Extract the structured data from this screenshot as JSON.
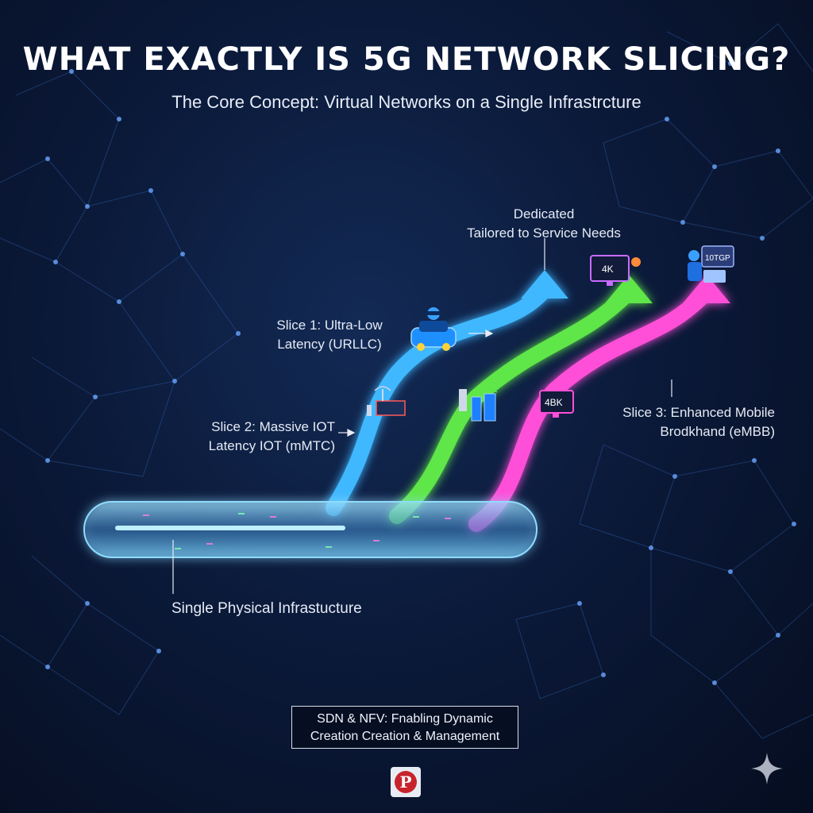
{
  "title": "WHAT EXACTLY IS 5G NETWORK SLICING?",
  "subtitle": "The Core Concept: Virtual Networks on a Single Infrastrcture",
  "labels": {
    "dedicated_line1": "Dedicated",
    "dedicated_line2": "Tailored to Service Needs",
    "slice1_line1": "Slice 1: Ultra-Low",
    "slice1_line2": "Latency (URLLC)",
    "slice2_line1": "Slice 2: Massive IOT",
    "slice2_line2": "Latency IOT (mMTC)",
    "slice3_line1": "Slice 3: Enhanced Mobile",
    "slice3_line2": "Brodkhand (eMBB)",
    "infrastructure": "Single Physical Infrastucture"
  },
  "footer_box": {
    "line1": "SDN & NFV: Fnabling Dynamic",
    "line2": "Creation Creation & Management"
  },
  "icon_texts": {
    "monitor_top": "4K",
    "monitor_mid": "4BK",
    "person_screen": "10TGP"
  },
  "colors": {
    "slice1": "#3fb8ff",
    "slice2": "#5ee64a",
    "slice3": "#ff4fd8",
    "pipe": "#7fd6ff",
    "background": "#0b1a3a"
  },
  "icons": [
    "car-icon",
    "iot-tower-icon",
    "iot-devices-icon",
    "monitor-4k-icon",
    "person-laptop-icon",
    "pinterest-icon",
    "sparkle-icon"
  ]
}
